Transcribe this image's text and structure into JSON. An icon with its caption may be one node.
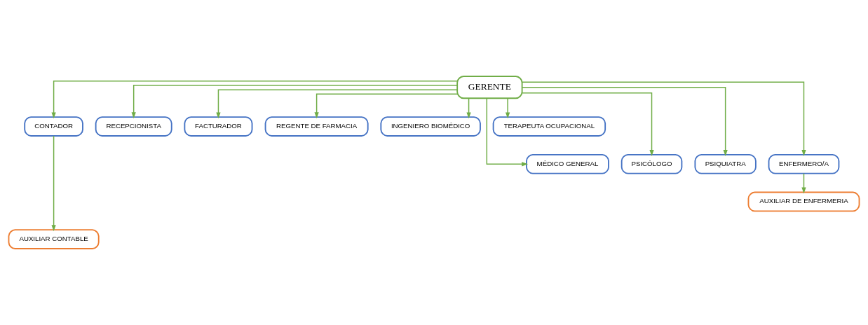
{
  "diagram": {
    "nodes": [
      {
        "text": [
          "GERENTE"
        ]
      },
      {
        "text": [
          "CONTADOR"
        ]
      },
      {
        "text": [
          "RECEPCIONISTA"
        ]
      },
      {
        "text": [
          "FACTURADOR"
        ]
      },
      {
        "text": [
          "REGENTE DE FARMACIA"
        ]
      },
      {
        "text": [
          "INGENIERO BIOMÉDICO"
        ]
      },
      {
        "text": [
          "TERAPEUTA OCUPACIONAL"
        ]
      },
      {
        "text": [
          "MÉDICO GENERAL"
        ]
      },
      {
        "text": [
          "PSICÓLOGO"
        ]
      },
      {
        "text": [
          "PSIQUIATRA"
        ]
      },
      {
        "text": [
          "ENFERMERO/A"
        ]
      },
      {
        "text": [
          "AUXILIAR CONTABLE"
        ]
      },
      {
        "text": [
          "AUXILIAR DE ENFERMERIA"
        ]
      }
    ],
    "edges": [
      {
        "from": 0,
        "to": 1,
        "arrow": "to"
      },
      {
        "from": 0,
        "to": 2,
        "arrow": "to"
      },
      {
        "from": 0,
        "to": 7,
        "arrow": "to"
      },
      {
        "from": 0,
        "to": 3,
        "arrow": "to"
      },
      {
        "from": 0,
        "to": 8,
        "arrow": "to"
      },
      {
        "from": 0,
        "to": 4,
        "arrow": "to"
      },
      {
        "from": 0,
        "to": 9,
        "arrow": "to"
      },
      {
        "from": 0,
        "to": 5,
        "arrow": "to"
      },
      {
        "from": 0,
        "to": 10,
        "arrow": "to"
      },
      {
        "from": 0,
        "to": 6,
        "arrow": "to"
      },
      {
        "from": 1,
        "to": 11,
        "arrow": "to"
      },
      {
        "from": 10,
        "to": 12,
        "arrow": "to"
      }
    ]
  }
}
